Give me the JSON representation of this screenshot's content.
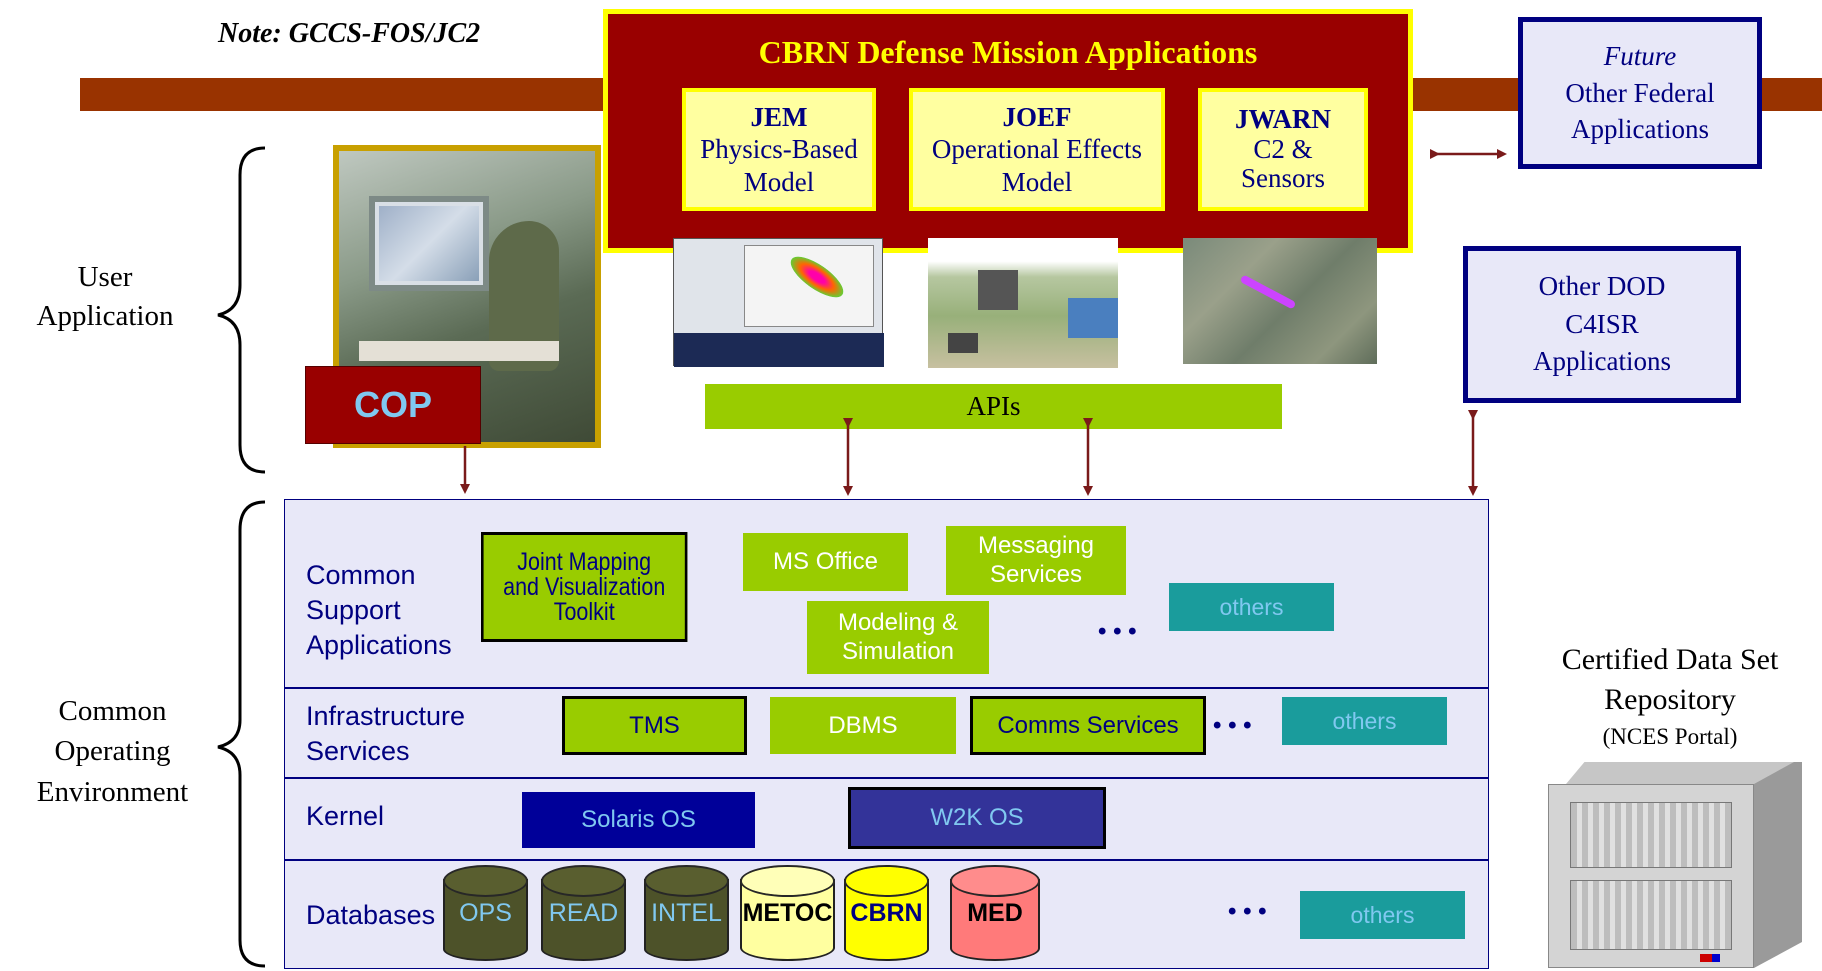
{
  "note": "Note: GCCS-FOS/JC2",
  "mission_box": {
    "title": "CBRN Defense Mission Applications",
    "apps": [
      {
        "name": "JEM",
        "line1": "Physics-Based",
        "line2": "Model"
      },
      {
        "name": "JOEF",
        "line1": "Operational Effects",
        "line2": "Model"
      },
      {
        "name": "JWARN",
        "line1": "C2 &",
        "line2": "Sensors"
      }
    ]
  },
  "future_box": {
    "italic": "Future",
    "line1": "Other Federal",
    "line2": "Applications"
  },
  "dod_box": {
    "line1": "Other DOD",
    "line2": "C4ISR",
    "line3": "Applications"
  },
  "user_app_label": {
    "line1": "User",
    "line2": "Application"
  },
  "coe_label": {
    "line1": "Common",
    "line2": "Operating",
    "line3": "Environment"
  },
  "cop_label": "COP",
  "apis_label": "APIs",
  "layers": {
    "csa": {
      "label_lines": [
        "Common",
        "Support",
        "Applications"
      ],
      "jmvt": [
        "Joint Mapping",
        "and Visualization",
        "Toolkit"
      ],
      "ms_office": "MS Office",
      "messaging": [
        "Messaging",
        "Services"
      ],
      "modeling": [
        "Modeling &",
        "Simulation"
      ],
      "others": "others",
      "ellipsis": "• • •"
    },
    "infra": {
      "label_lines": [
        "Infrastructure",
        "Services"
      ],
      "tms": "TMS",
      "dbms": "DBMS",
      "comms": "Comms Services",
      "others": "others",
      "ellipsis": "• • •"
    },
    "kernel": {
      "label": "Kernel",
      "solaris": "Solaris OS",
      "w2k": "W2K OS"
    },
    "databases": {
      "label": "Databases",
      "items": [
        {
          "name": "OPS",
          "fill": "#4d5229",
          "text": "#80c8f0"
        },
        {
          "name": "READ",
          "fill": "#4d5229",
          "text": "#80c8f0"
        },
        {
          "name": "INTEL",
          "fill": "#4d5229",
          "text": "#80c8f0"
        },
        {
          "name": "METOC",
          "fill": "#ffffa0",
          "text": "#000000"
        },
        {
          "name": "CBRN",
          "fill": "#ffff00",
          "text": "#000080"
        },
        {
          "name": "MED",
          "fill": "#ff7a7a",
          "text": "#000000"
        }
      ],
      "others": "others",
      "ellipsis": "• • •"
    }
  },
  "repository": {
    "line1": "Certified Data Set",
    "line2": "Repository",
    "line3": "(NCES Portal)"
  },
  "colors": {
    "maroon": "#990000",
    "bar": "#993300",
    "yellow": "#ffff00",
    "green": "#99cc00",
    "navy": "#000080",
    "teal": "#1a9c9c"
  }
}
